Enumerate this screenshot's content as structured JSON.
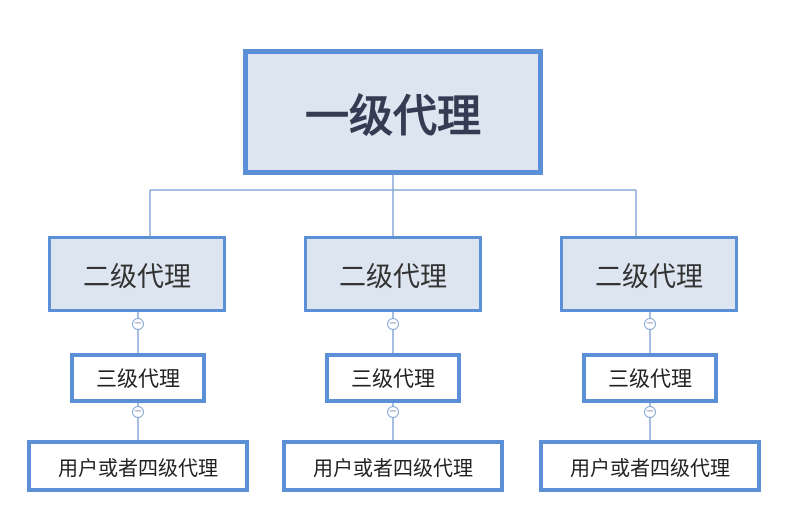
{
  "root": {
    "label": "一级代理"
  },
  "branches": [
    {
      "level2": "二级代理",
      "level3": "三级代理",
      "level4": "用户或者四级代理"
    },
    {
      "level2": "二级代理",
      "level3": "三级代理",
      "level4": "用户或者四级代理"
    },
    {
      "level2": "二级代理",
      "level3": "三级代理",
      "level4": "用户或者四级代理"
    }
  ],
  "collapse_icon": "minus-circle-icon",
  "colors": {
    "border": "#5b8fd6",
    "fill": "#dde5f0",
    "connector": "#8aa9d6"
  }
}
